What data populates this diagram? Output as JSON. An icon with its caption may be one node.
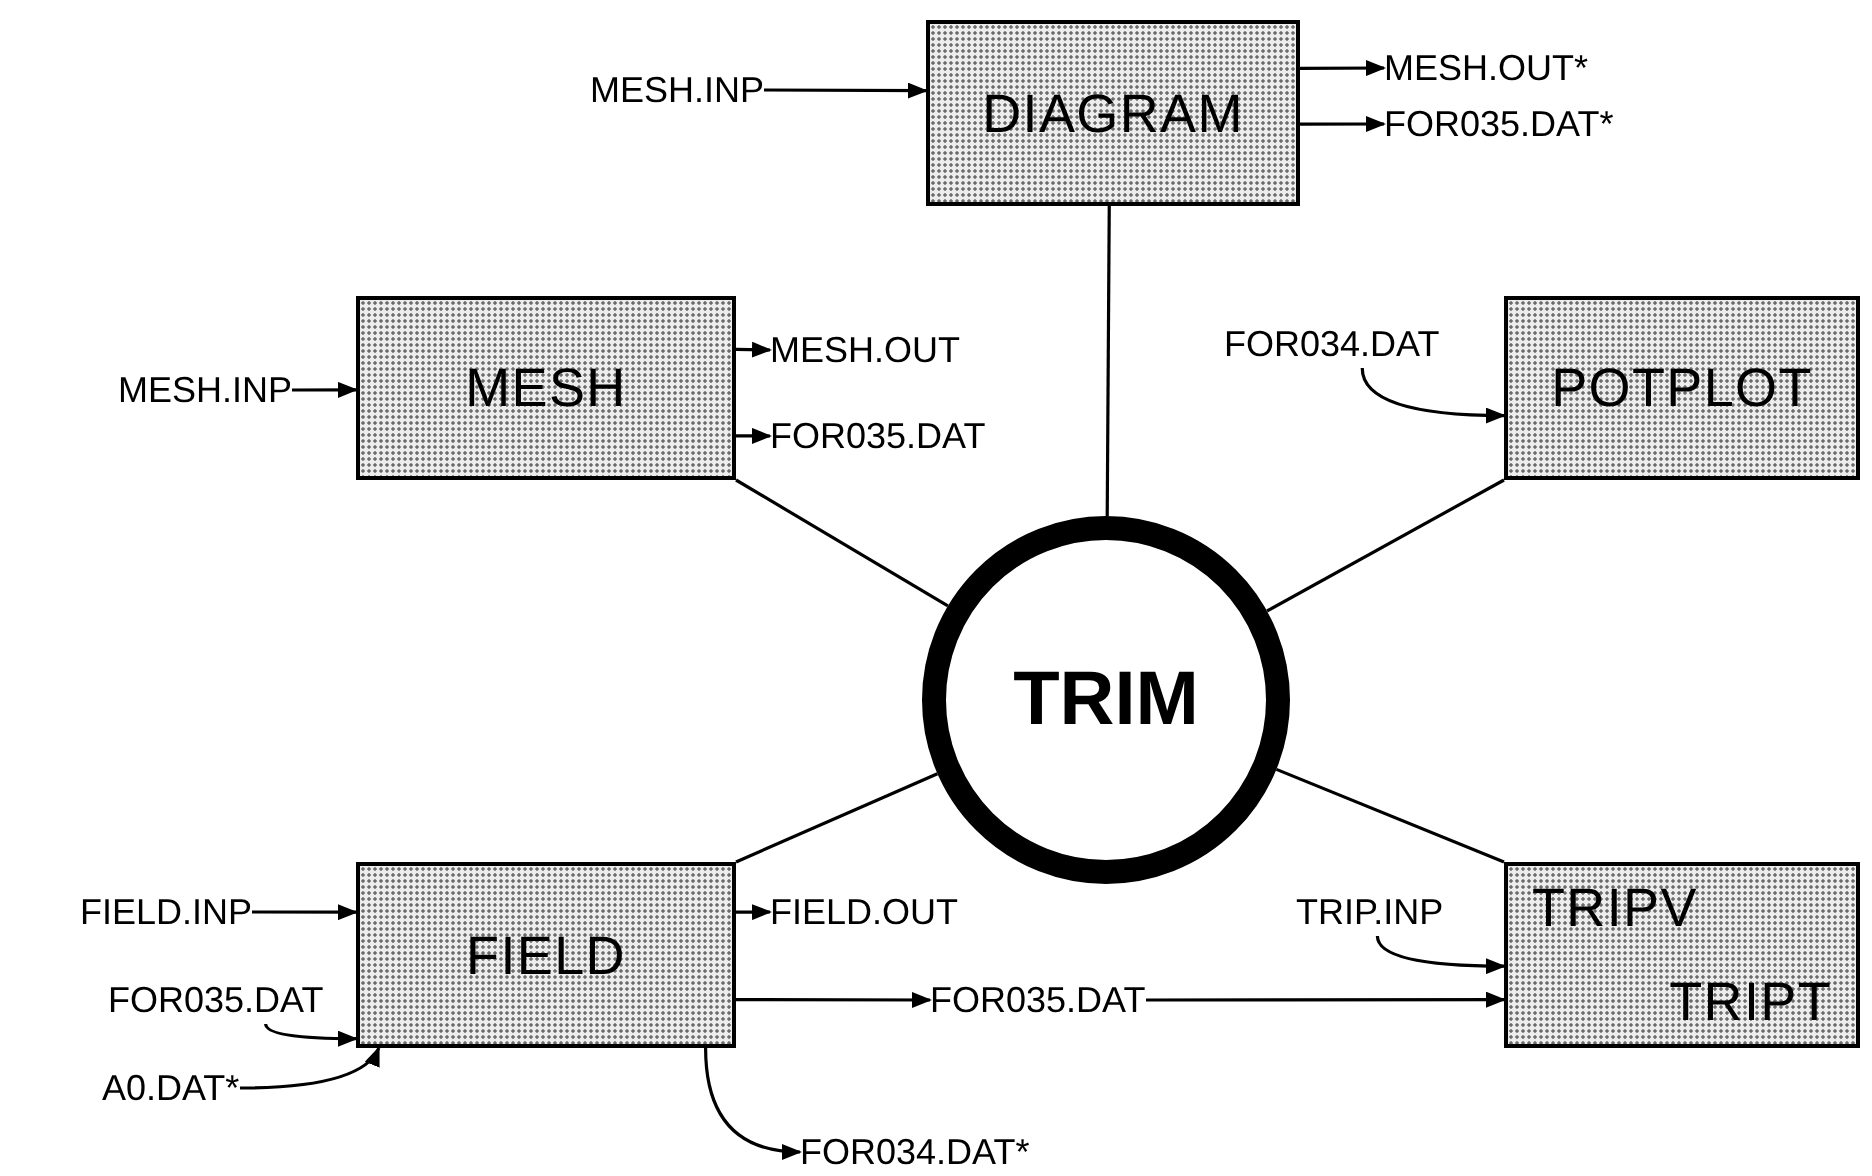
{
  "diagram": {
    "nodes": [
      {
        "text": [
          "DIAGRAM"
        ]
      },
      {
        "text": [
          "MESH.INP"
        ]
      },
      {
        "text": [
          "MESH.OUT*"
        ]
      },
      {
        "text": [
          "FOR035.DAT*"
        ]
      },
      {
        "text": [
          "MESH"
        ]
      },
      {
        "text": [
          "MESH.INP"
        ]
      },
      {
        "text": [
          "MESH.OUT"
        ]
      },
      {
        "text": [
          "FOR035.DAT"
        ]
      },
      {
        "text": [
          "FOR034.DAT"
        ]
      },
      {
        "text": [
          "POTPLOT"
        ]
      },
      {
        "text": [
          "TRIM"
        ]
      },
      {
        "text": [
          "FIELD"
        ]
      },
      {
        "text": [
          "FIELD.INP"
        ]
      },
      {
        "text": [
          "FOR035.DAT"
        ]
      },
      {
        "text": [
          "A0.DAT*"
        ]
      },
      {
        "text": [
          "FIELD.OUT"
        ]
      },
      {
        "text": [
          "FOR035.DAT"
        ]
      },
      {
        "text": [
          "TRIP.INP"
        ]
      },
      {
        "text": [
          "TRIPV",
          "TRIPT"
        ]
      },
      {
        "text": [
          "FOR034.DAT*"
        ]
      }
    ],
    "edges": [
      {
        "from": 1,
        "to": 0,
        "arrow": "to"
      },
      {
        "from": 0,
        "to": 2,
        "arrow": "to"
      },
      {
        "from": 0,
        "to": 3,
        "arrow": "to"
      },
      {
        "from": 5,
        "to": 4,
        "arrow": "to"
      },
      {
        "from": 4,
        "to": 6,
        "arrow": "to"
      },
      {
        "from": 4,
        "to": 7,
        "arrow": "to"
      },
      {
        "from": 8,
        "to": 9,
        "arrow": "to"
      },
      {
        "from": 0,
        "to": 10,
        "arrow": "none"
      },
      {
        "from": 4,
        "to": 10,
        "arrow": "none"
      },
      {
        "from": 9,
        "to": 10,
        "arrow": "none"
      },
      {
        "from": 11,
        "to": 10,
        "arrow": "none"
      },
      {
        "from": 18,
        "to": 10,
        "arrow": "none"
      },
      {
        "from": 12,
        "to": 11,
        "arrow": "to"
      },
      {
        "from": 13,
        "to": 11,
        "arrow": "to"
      },
      {
        "from": 14,
        "to": 11,
        "arrow": "to"
      },
      {
        "from": 11,
        "to": 15,
        "arrow": "to"
      },
      {
        "from": 11,
        "to": 16,
        "arrow": "to"
      },
      {
        "from": 16,
        "to": 18,
        "arrow": "to"
      },
      {
        "from": 17,
        "to": 18,
        "arrow": "to"
      },
      {
        "from": 11,
        "to": 19,
        "arrow": "to"
      }
    ]
  }
}
